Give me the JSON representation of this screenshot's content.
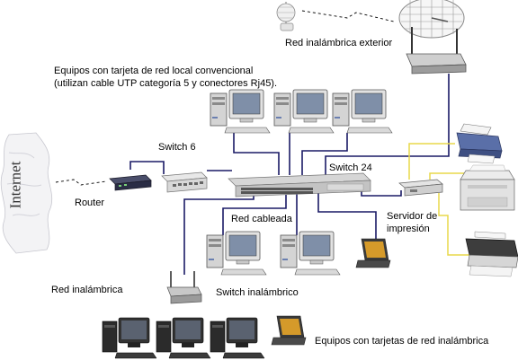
{
  "labels": {
    "wireless_outdoor": "Red inalámbrica exterior",
    "wired_equipment_line1": "Equipos con tarjeta de red local convencional",
    "wired_equipment_line2": "(utilizan cable UTP categoría 5 y conectores Rj45).",
    "switch6": "Switch 6",
    "switch24": "Switch 24",
    "internet": "Internet",
    "router": "Router",
    "wired_network": "Red cableada",
    "print_server_line1": "Servidor de",
    "print_server_line2": "impresión",
    "wireless_network": "Red inalámbrica",
    "wireless_switch": "Switch inalámbrico",
    "wireless_equipment": "Equipos con tarjetas de red inalámbrica"
  },
  "colors": {
    "cable": "#1a1a66",
    "printer_cable": "#e8d84a",
    "device_gray": "#c9c9c9",
    "monitor_blue": "#7f8fa8",
    "router_dark": "#2a2d45",
    "laptop_screen": "#d59a2a"
  },
  "icons": [
    "desktop-computer-icon",
    "laptop-icon",
    "router-icon",
    "switch-icon",
    "wireless-access-point-icon",
    "grid-antenna-icon",
    "small-antenna-icon",
    "inkjet-printer-icon",
    "laser-printer-icon",
    "dot-matrix-printer-icon",
    "print-server-icon",
    "internet-cloud-icon"
  ]
}
